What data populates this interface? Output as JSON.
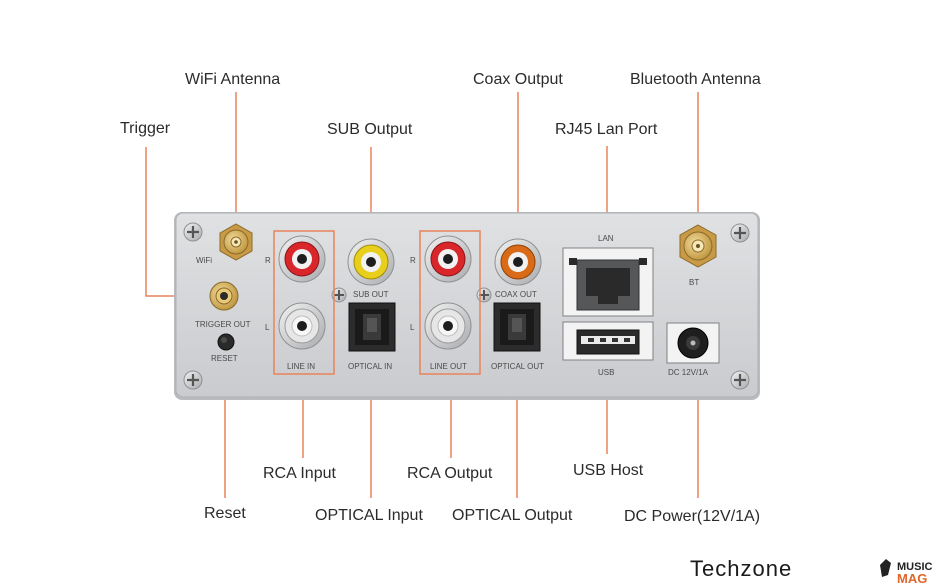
{
  "callouts": {
    "wifi_antenna": "WiFi Antenna",
    "coax_output": "Coax Output",
    "bluetooth_antenna": "Bluetooth Antenna",
    "trigger": "Trigger",
    "sub_output": "SUB Output",
    "rj45_lan_port": "RJ45 Lan Port",
    "rca_input": "RCA Input",
    "rca_output": "RCA Output",
    "usb_host": "USB Host",
    "reset": "Reset",
    "optical_input": "OPTICAL Input",
    "optical_output": "OPTICAL Output",
    "dc_power": "DC Power(12V/1A)"
  },
  "panel_labels": {
    "wifi": "WiFi",
    "r_left": "R",
    "l_left": "L",
    "trigger_out": "TRIGGER OUT",
    "reset": "RESET",
    "line_in": "LINE IN",
    "sub_out": "SUB OUT",
    "optical_in": "OPTICAL IN",
    "r_right": "R",
    "l_right": "L",
    "line_out": "LINE OUT",
    "coax_out": "COAX OUT",
    "optical_out": "OPTICAL OUT",
    "lan": "LAN",
    "usb": "USB",
    "bt": "BT",
    "dc": "DC 12V/1A"
  },
  "branding": {
    "logo": "Techzone",
    "watermark_top": "MUSIC",
    "watermark_bottom": "MAG"
  },
  "colors": {
    "leader": "#e8845a",
    "panel": "#d4d6d9",
    "rca_red": "#d8262b",
    "rca_yellow": "#e8cf1c",
    "rca_orange": "#d96a17",
    "rca_white": "#e6e6e6",
    "gold": "#d6b25c"
  }
}
